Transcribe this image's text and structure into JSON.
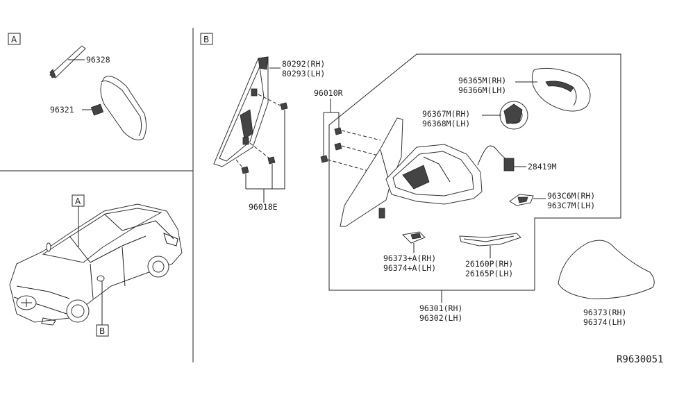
{
  "sections": {
    "a_label": "A",
    "b_label": "B"
  },
  "car_callouts": {
    "a": "A",
    "b": "B"
  },
  "parts": {
    "p96328": "96328",
    "p96321": "96321",
    "p80292": "80292(RH)",
    "p80293": "80293(LH)",
    "p96018E": "96018E",
    "p96010R": "96010R",
    "p96365M": "96365M(RH)",
    "p96366M": "96366M(LH)",
    "p96367M": "96367M(RH)",
    "p96368M": "96368M(LH)",
    "p28419M": "28419M",
    "p963C6M": "963C6M(RH)",
    "p963C7M": "963C7M(LH)",
    "p96373A": "96373+A(RH)",
    "p96374A": "96374+A(LH)",
    "p26160P": "26160P(RH)",
    "p26165P": "26165P(LH)",
    "p96301": "96301(RH)",
    "p96302": "96302(LH)",
    "p96373": "96373(RH)",
    "p96374": "96374(LH)"
  },
  "reference_code": "R9630051"
}
